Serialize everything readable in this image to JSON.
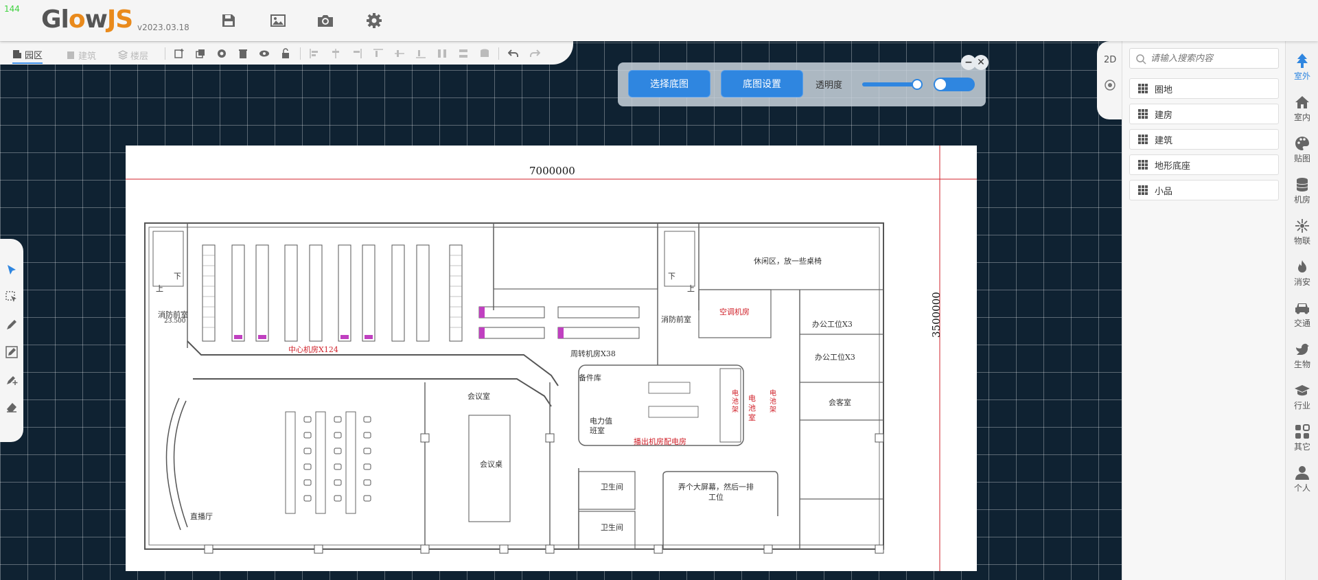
{
  "fps": "144",
  "app": {
    "logo_main": "Gl",
    "logo_o": "o",
    "logo_w": "w",
    "logo_js": "JS",
    "version": "v2023.03.18"
  },
  "top_icons": [
    "save-icon",
    "image-icon",
    "camera-icon",
    "gear-icon"
  ],
  "toolbar": {
    "tabs": [
      {
        "label": "园区",
        "active": true
      },
      {
        "label": "建筑",
        "active": false
      },
      {
        "label": "楼层",
        "active": false
      }
    ]
  },
  "bg_panel": {
    "select_label": "选择底图",
    "settings_label": "底图设置",
    "opacity_label": "透明度",
    "opacity_value": 0.85,
    "toggle_on": true
  },
  "view": {
    "mode_label": "2D"
  },
  "search": {
    "placeholder": "请输入搜索内容",
    "value": ""
  },
  "list": {
    "items": [
      {
        "label": "圈地"
      },
      {
        "label": "建房"
      },
      {
        "label": "建筑"
      },
      {
        "label": "地形底座"
      },
      {
        "label": "小品"
      }
    ]
  },
  "categories": [
    {
      "label": "室外",
      "icon": "tree-icon",
      "active": true
    },
    {
      "label": "室内",
      "icon": "home-icon",
      "active": false
    },
    {
      "label": "贴图",
      "icon": "palette-icon",
      "active": false
    },
    {
      "label": "机房",
      "icon": "server-icon",
      "active": false
    },
    {
      "label": "物联",
      "icon": "iot-icon",
      "active": false
    },
    {
      "label": "消安",
      "icon": "fire-icon",
      "active": false
    },
    {
      "label": "交通",
      "icon": "car-icon",
      "active": false
    },
    {
      "label": "生物",
      "icon": "bird-icon",
      "active": false
    },
    {
      "label": "行业",
      "icon": "graduation-icon",
      "active": false
    },
    {
      "label": "其它",
      "icon": "apps-icon",
      "active": false
    },
    {
      "label": "个人",
      "icon": "user-icon",
      "active": false
    }
  ],
  "floorplan": {
    "dim_top": "7000000",
    "dim_side": "3500000",
    "rooms": {
      "lounge": "休闲区，放一些桌椅",
      "ac_room": "空调机房",
      "fire_front_1": "消防前室",
      "fire_front_2": "消防前室",
      "elevation": "23.500",
      "center_room": "中心机房X124",
      "turnover_room": "周转机房X38",
      "office_1": "办公工位X3",
      "office_2": "办公工位X3",
      "reception": "会客室",
      "meeting": "会议室",
      "meeting_table": "会议桌",
      "spare": "备件库",
      "power_duty": "电力值班室",
      "battery": "电池室",
      "distribution": "播出机房配电房",
      "rack_1": "电池架",
      "rack_2": "电池架",
      "broadcast": "直播厅",
      "wc_1": "卫生间",
      "wc_2": "卫生间",
      "screen_note": "弄个大屏幕，然后一排工位",
      "up_1": "上",
      "down_1": "下",
      "up_2": "上",
      "down_2": "下"
    }
  },
  "colors": {
    "accent": "#2f86e0",
    "logo_orange": "#e98a1c",
    "grid_bg": "#0f2232",
    "plan_red": "#d0212a"
  }
}
